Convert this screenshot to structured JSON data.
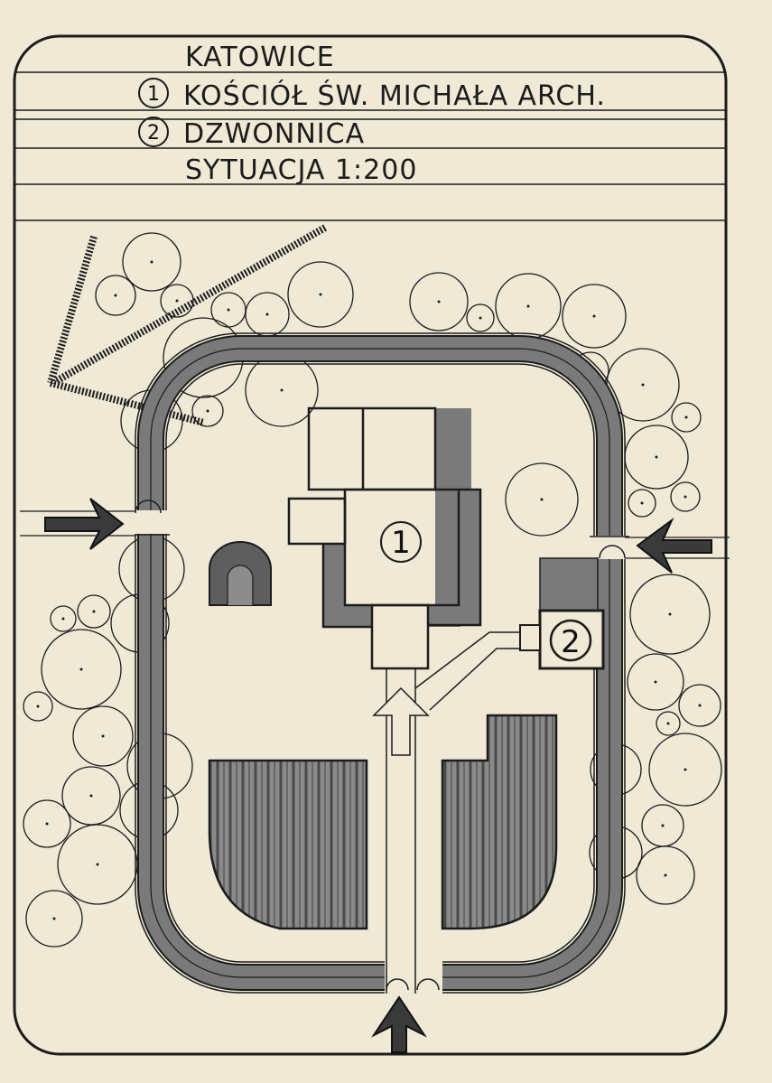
{
  "title_block": {
    "city": "KATOWICE",
    "item1_marker": "1",
    "item1_label": "KOŚCIÓŁ ŚW. MICHAŁA ARCH.",
    "item2_marker": "2",
    "item2_label": "DZWONNICA",
    "scale_label": "SYTUACJA 1:200"
  },
  "plan_labels": {
    "church": "1",
    "belfry": "2"
  },
  "icons": {
    "north_arrow": "north-arrow-icon",
    "entrance_arrow": "arrow-icon",
    "tree": "tree-icon"
  },
  "colors": {
    "paper": "#efe9d6",
    "ink": "#1c1c1c",
    "path_fill": "#7a7a7a",
    "hatch_fill": "#6e6e6e"
  }
}
